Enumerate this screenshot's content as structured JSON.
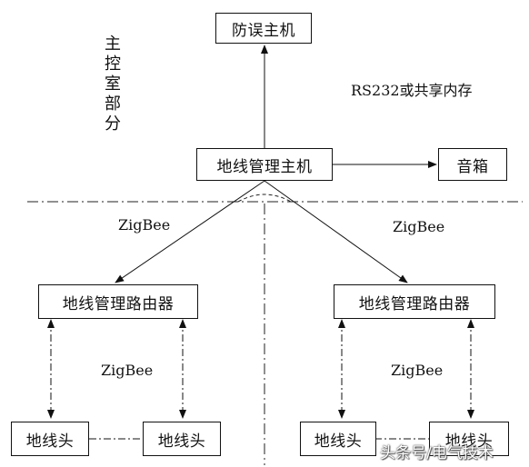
{
  "boxes": {
    "interlock_host": "防误主机",
    "ground_host": "地线管理主机",
    "speaker": "音箱",
    "router_left": "地线管理路由器",
    "router_right": "地线管理路由器",
    "head_1": "地线头",
    "head_2": "地线头",
    "head_3": "地线头",
    "head_4": "地线头"
  },
  "labels": {
    "control_room_section": "主控室部分",
    "rs232_link": "RS232或共享内存",
    "zigbee_left_upper": "ZigBee",
    "zigbee_right_upper": "ZigBee",
    "zigbee_left_lower": "ZigBee",
    "zigbee_right_lower": "ZigBee"
  },
  "watermark": "头条号/电气技术"
}
